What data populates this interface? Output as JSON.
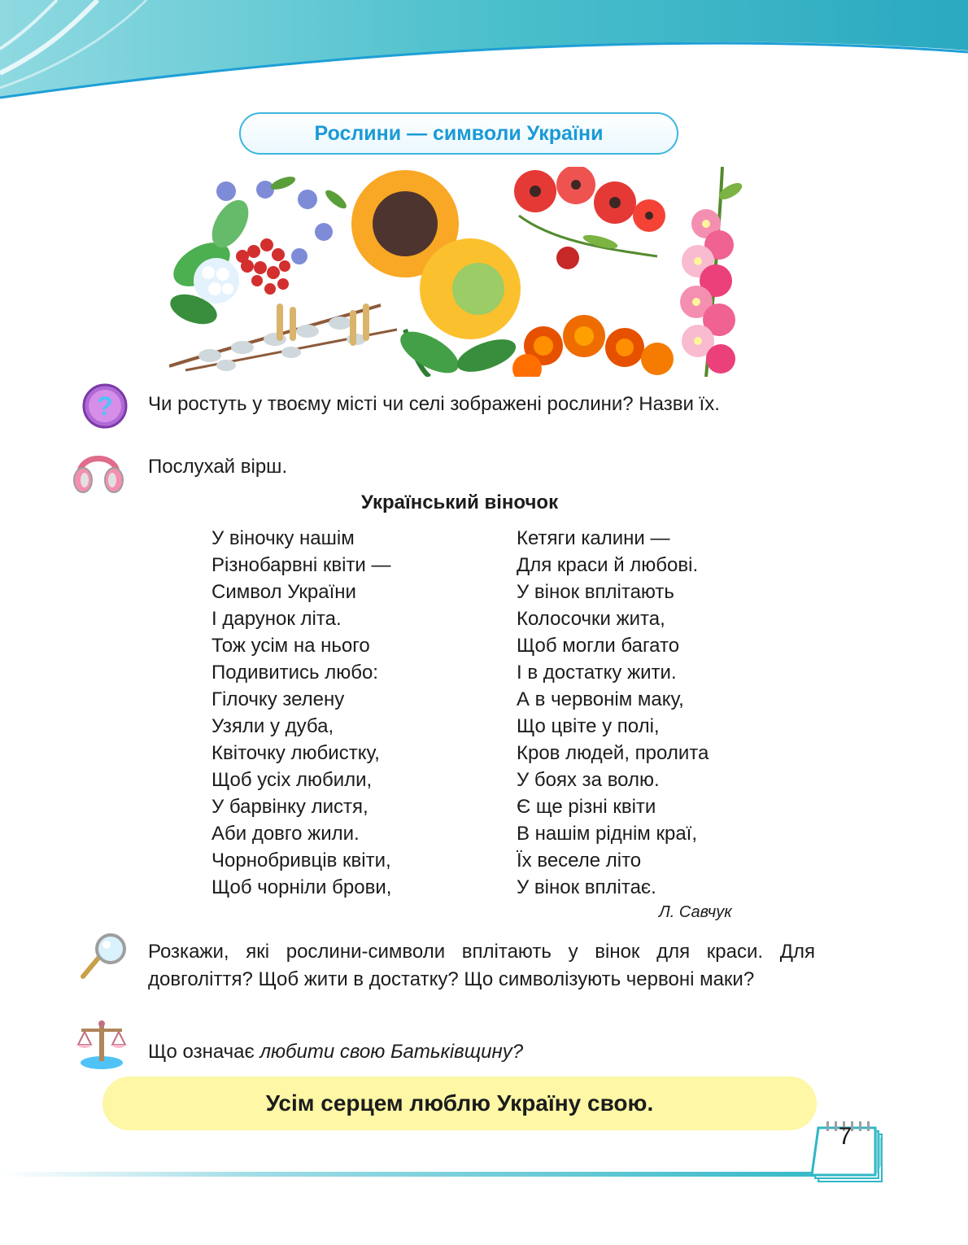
{
  "title": "Рослини — символи України",
  "tasks": {
    "question": "Чи ростуть у твоєму місті чи селі зображені рослини? Назви їх.",
    "listen": "Послухай вірш."
  },
  "poem": {
    "title": "Український віночок",
    "left": [
      "У віночку нашім",
      "Різнобарвні квіти —",
      "Символ України",
      "І дарунок літа.",
      "Тож усім на нього",
      "Подивитись любо:",
      "Гілочку зелену",
      "Узяли у дуба,",
      "Квіточку любистку,",
      "Щоб усіх любили,",
      "У барвінку листя,",
      "Аби довго жили.",
      "Чорнобривців квіти,",
      "Щоб чорніли брови,"
    ],
    "right": [
      "Кетяги калини —",
      "Для краси й любові.",
      "У вінок вплітають",
      "Колосочки жита,",
      "Щоб могли багато",
      "І в достатку жити.",
      "А в червонім маку,",
      "Що цвіте у полі,",
      "Кров людей, пролита",
      "У боях за волю.",
      "Є ще різні квіти",
      "В нашім ріднім краї,",
      "Їх веселе літо",
      "У вінок вплітає."
    ],
    "author": "Л. Савчук"
  },
  "discuss": "Розкажи, які рослини-символи вплітають у вінок для краси. Для довголіття? Щоб жити в достатку? Що символізують червоні маки?",
  "reflect": {
    "prefix": "Що означає ",
    "italic": "любити свою Батьківщину?"
  },
  "banner": "Усім серцем люблю Україну свою.",
  "page_number": "7",
  "colors": {
    "title_blue": "#1a9ad6",
    "teal": "#2fb7c6",
    "banner_yellow": "#fdf7a6"
  }
}
